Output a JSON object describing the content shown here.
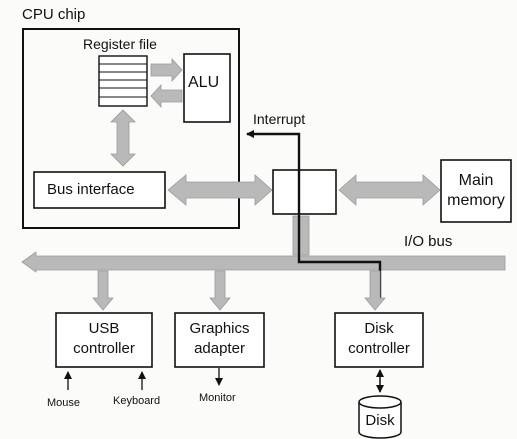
{
  "diagram": {
    "cpu_chip": "CPU chip",
    "register_file": "Register file",
    "alu": "ALU",
    "bus_interface": "Bus interface",
    "interrupt": "Interrupt",
    "main_memory": [
      "Main",
      "memory"
    ],
    "io_bus": "I/O bus",
    "usb_controller": [
      "USB",
      "controller"
    ],
    "graphics_adapter": [
      "Graphics",
      "adapter"
    ],
    "disk_controller": [
      "Disk",
      "controller"
    ],
    "mouse": "Mouse",
    "keyboard": "Keyboard",
    "monitor": "Monitor",
    "disk": "Disk"
  },
  "colors": {
    "bus_fill": "#b9b9b9",
    "line": "#111111",
    "background": "#fbfbfa"
  }
}
